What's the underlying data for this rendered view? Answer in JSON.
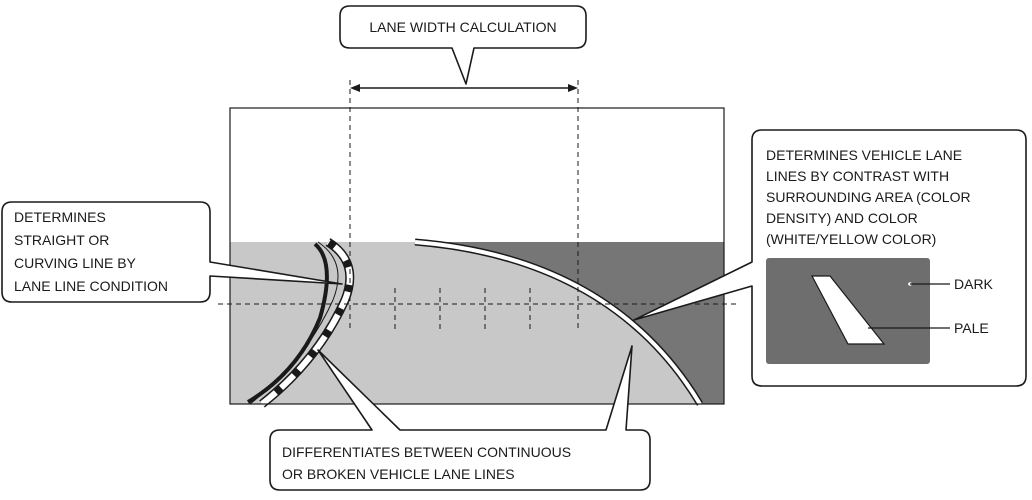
{
  "labels": {
    "lane_width": "LANE WIDTH CALCULATION",
    "straight_curve": [
      "DETERMINES",
      "STRAIGHT OR",
      "CURVING LINE BY",
      "LANE LINE CONDITION"
    ],
    "contrast": [
      "DETERMINES VEHICLE LANE",
      "LINES BY CONTRAST WITH",
      "SURROUNDING AREA (COLOR",
      "DENSITY) AND COLOR",
      "(WHITE/YELLOW COLOR)"
    ],
    "continuous": [
      "DIFFERENTIATES BETWEEN CONTINUOUS",
      "OR BROKEN VEHICLE LANE LINES"
    ],
    "dark": "DARK",
    "pale": "PALE"
  },
  "colors": {
    "road_light": "#c8c8c8",
    "road_dark": "#767676",
    "inset_bg": "#6e6e6e",
    "line": "#1a1a1a",
    "lane_white": "#ffffff"
  }
}
